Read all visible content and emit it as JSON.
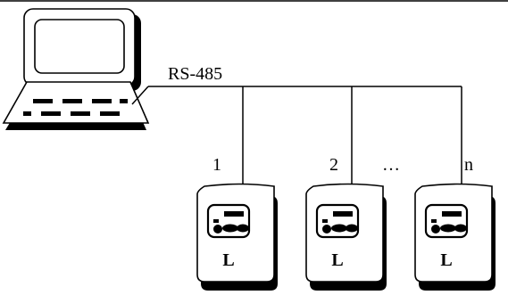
{
  "bus": {
    "label": "RS-485"
  },
  "drops": [
    {
      "number": "1"
    },
    {
      "number": "2"
    },
    {
      "number": "n"
    }
  ],
  "ellipsis": "…",
  "meters": [
    {
      "label": "L"
    },
    {
      "label": "L"
    },
    {
      "label": "L"
    }
  ],
  "icons": {
    "computer": "computer-terminal-icon",
    "meter": "electricity-meter-icon"
  },
  "colors": {
    "line": "#000000",
    "background": "#ffffff",
    "shadow": "#000000"
  }
}
